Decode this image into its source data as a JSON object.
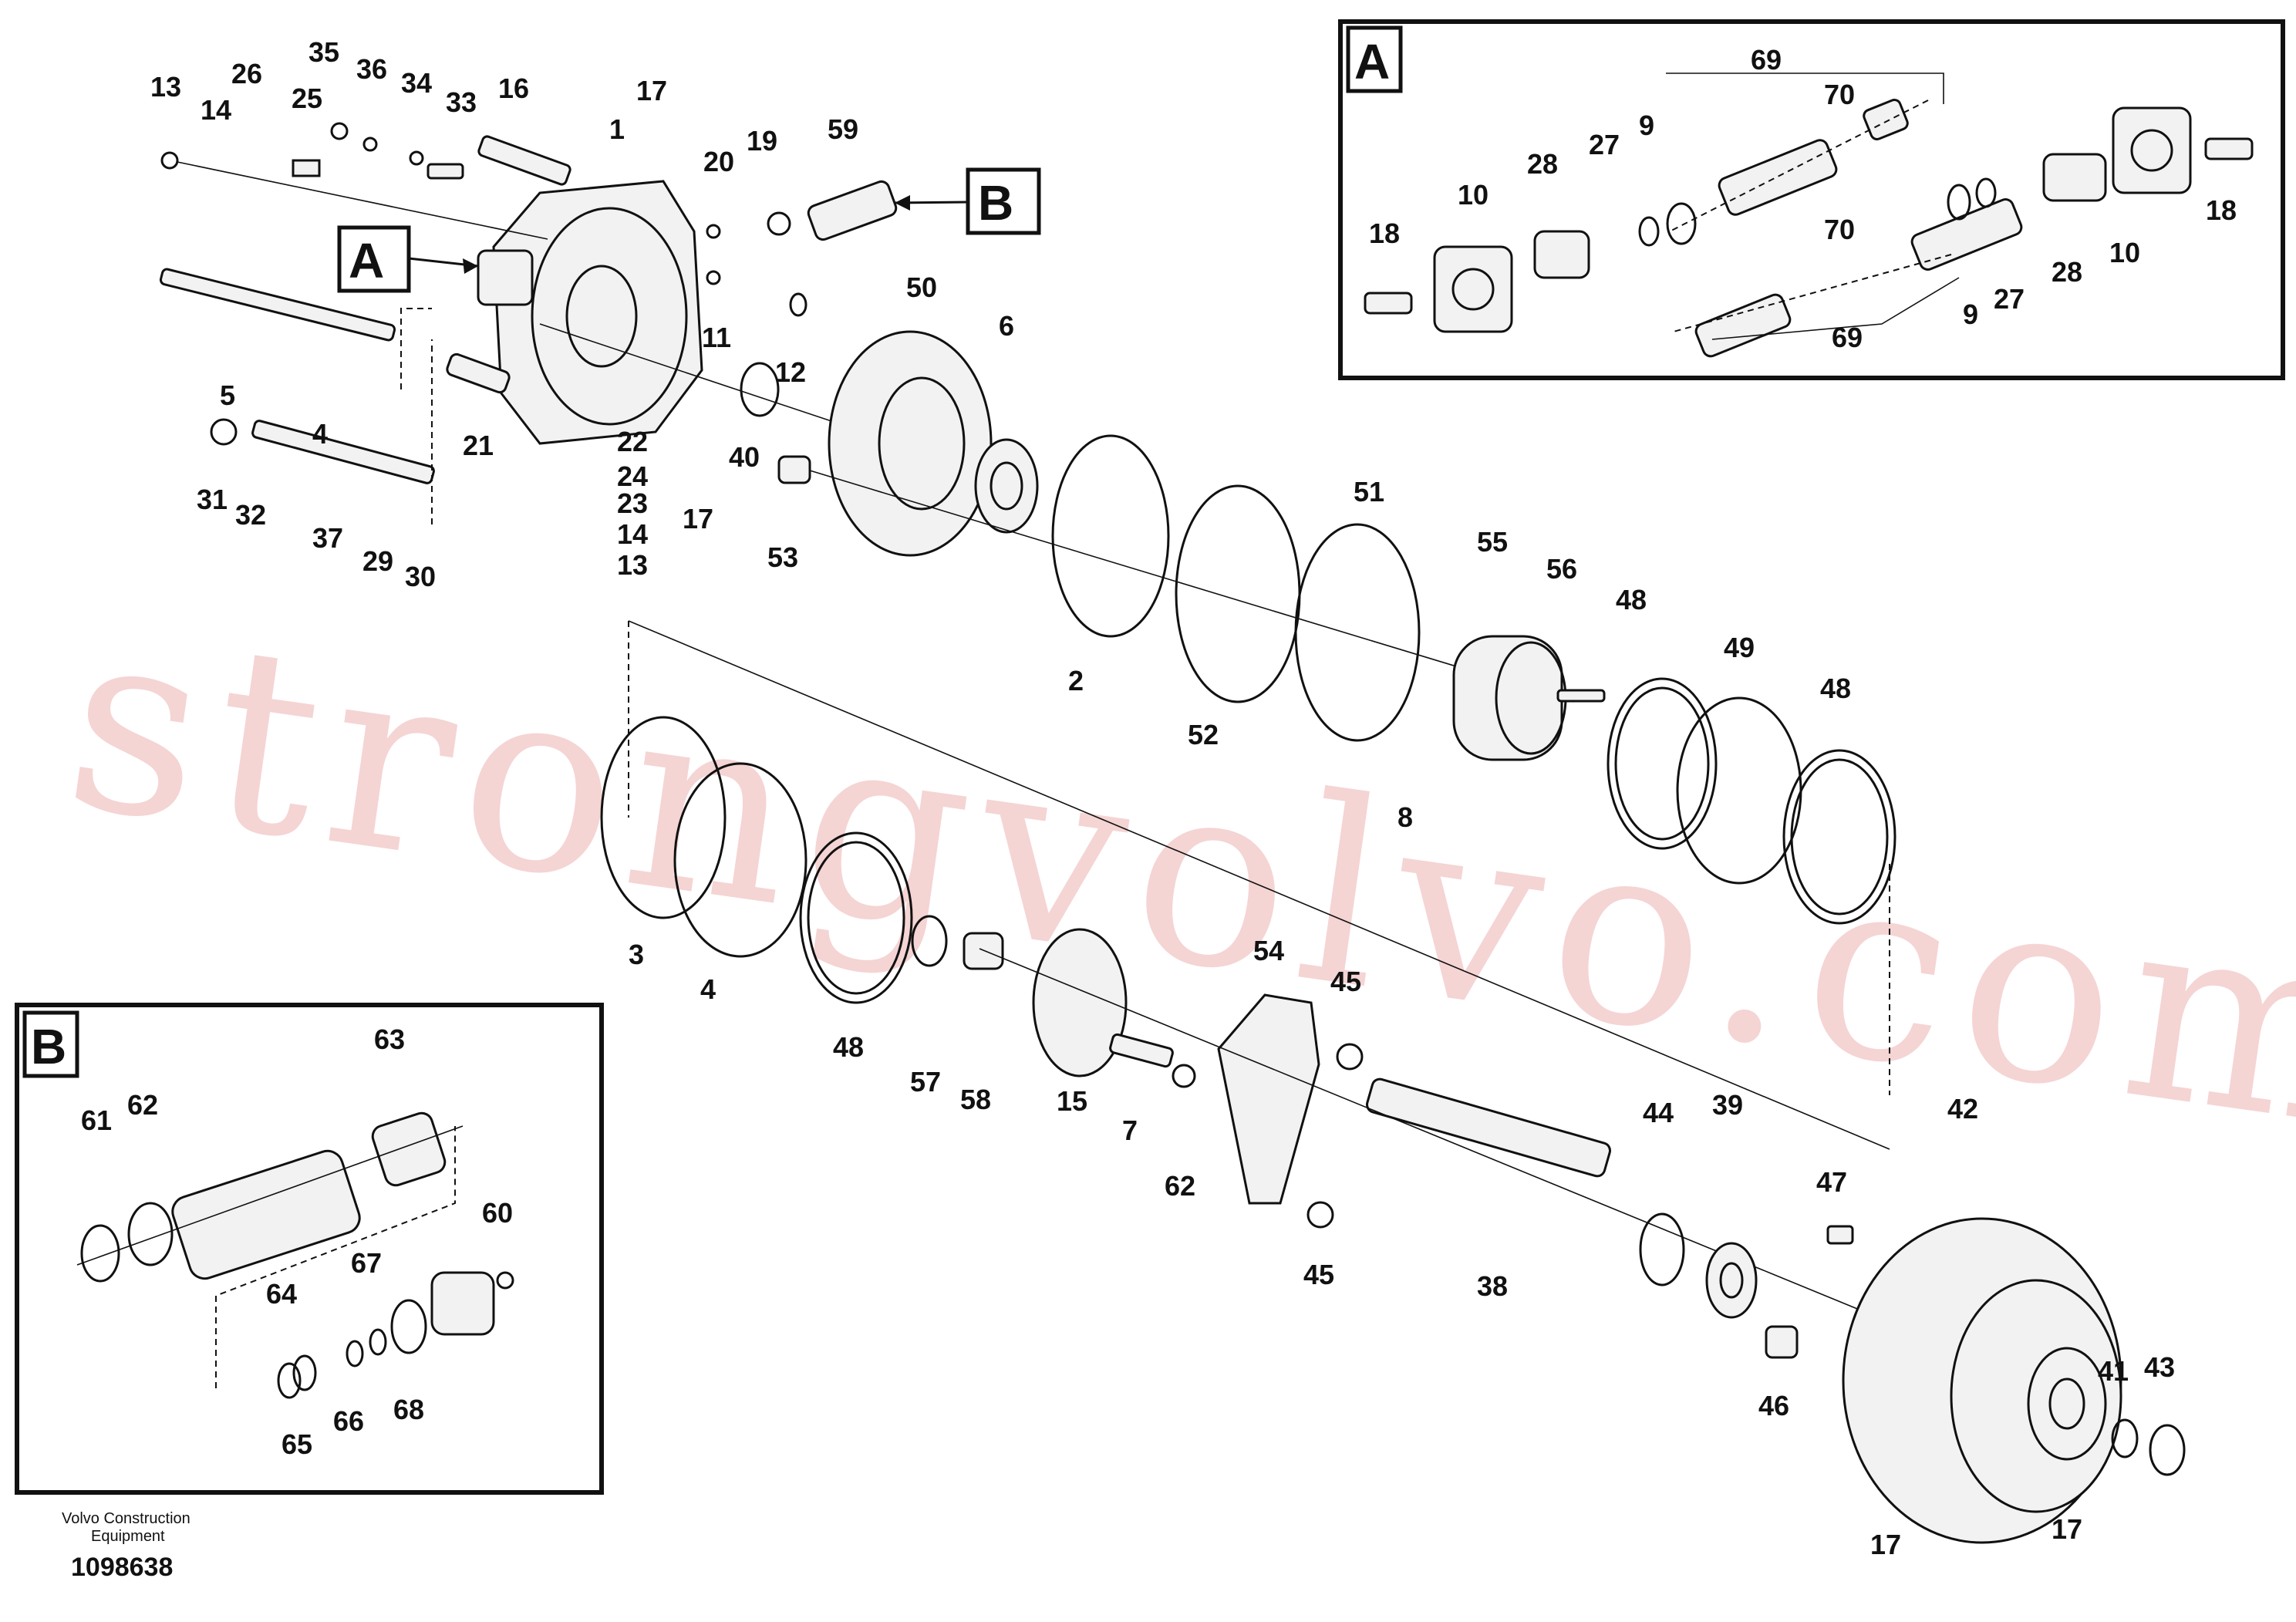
{
  "watermark": "strongvolvo.com",
  "footer": {
    "line1": "Volvo Construction",
    "line2": "Equipment",
    "doc_number": "1098638"
  },
  "insets": {
    "a": {
      "letter": "A"
    },
    "b": {
      "letter": "B"
    }
  },
  "callouts": {
    "a": "A",
    "b": "B"
  },
  "labels": {
    "l13a": "13",
    "l14a": "14",
    "l26": "26",
    "l25": "25",
    "l35": "35",
    "l36": "36",
    "l34": "34",
    "l33": "33",
    "l16": "16",
    "l17a": "17",
    "l1": "1",
    "l20": "20",
    "l19": "19",
    "l59": "59",
    "l11": "11",
    "l12": "12",
    "l5": "5",
    "l4a": "4",
    "l31": "31",
    "l32": "32",
    "l37": "37",
    "l29": "29",
    "l30": "30",
    "l21": "21",
    "l22": "22",
    "l24": "24",
    "l23": "23",
    "l14b": "14",
    "l13b": "13",
    "l17b": "17",
    "l40": "40",
    "l53": "53",
    "l50": "50",
    "l6": "6",
    "l2": "2",
    "l52": "52",
    "l51": "51",
    "l55": "55",
    "l56": "56",
    "l48a": "48",
    "l49": "49",
    "l48b": "48",
    "l8": "8",
    "l3": "3",
    "l4b": "4",
    "l48c": "48",
    "l57": "57",
    "l58": "58",
    "l15": "15",
    "l7": "7",
    "l62": "62",
    "l54": "54",
    "l45a": "45",
    "l45b": "45",
    "l38": "38",
    "l44": "44",
    "l39": "39",
    "l42": "42",
    "l47": "47",
    "l46": "46",
    "l41": "41",
    "l43": "43",
    "l17c": "17",
    "l17d": "17",
    "a69a": "69",
    "a70a": "70",
    "a9a": "9",
    "a27a": "27",
    "a28a": "28",
    "a10a": "10",
    "a18a": "18",
    "a70b": "70",
    "a9b": "9",
    "a27b": "27",
    "a28b": "28",
    "a10b": "10",
    "a18b": "18",
    "a69b": "69",
    "b63": "63",
    "b61": "61",
    "b62": "62",
    "b60": "60",
    "b67": "67",
    "b64": "64",
    "b65": "65",
    "b66": "66",
    "b68": "68"
  }
}
